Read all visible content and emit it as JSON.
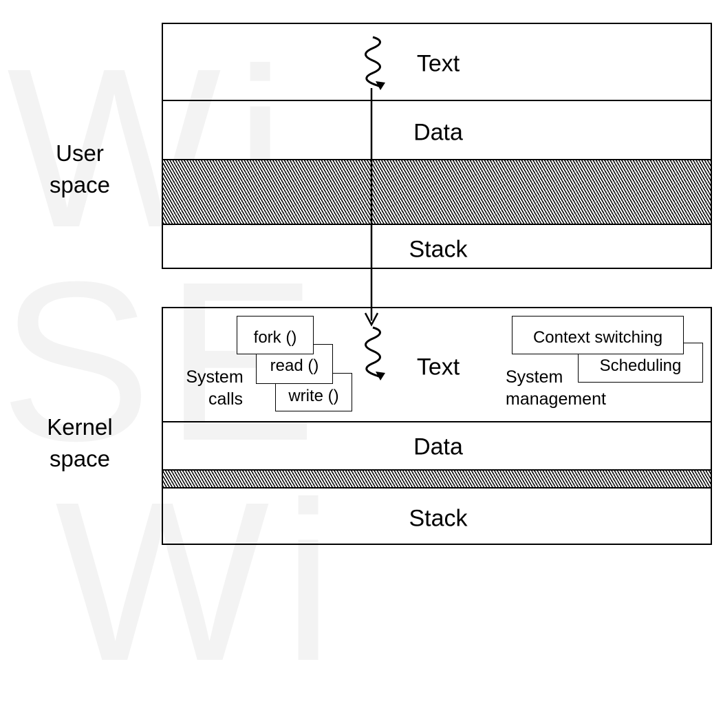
{
  "user_space": {
    "label_line1": "User",
    "label_line2": "space",
    "text": "Text",
    "data": "Data",
    "stack": "Stack"
  },
  "kernel_space": {
    "label_line1": "Kernel",
    "label_line2": "space",
    "text": "Text",
    "data": "Data",
    "stack": "Stack",
    "system_calls": {
      "label_line1": "System",
      "label_line2": "calls",
      "items": [
        "fork ()",
        "read ()",
        "write ()"
      ]
    },
    "system_management": {
      "label_line1": "System",
      "label_line2": "management",
      "items": [
        "Context switching",
        "Scheduling"
      ]
    }
  }
}
